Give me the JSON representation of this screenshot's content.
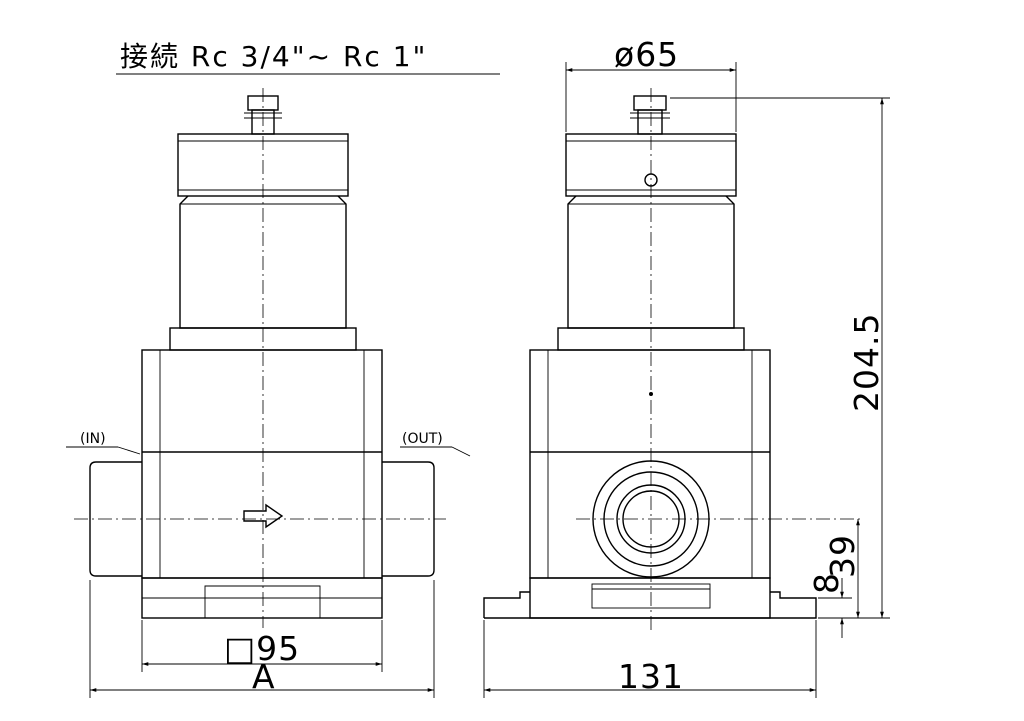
{
  "title": "接続 Rc 3/4\"~ Rc 1\"",
  "labels": {
    "inlet": "(IN)",
    "outlet": "(OUT)"
  },
  "dimensions": {
    "diameter": "ø65",
    "height": "204.5",
    "square": "□95",
    "width_a": "A",
    "base_width": "131",
    "port_height": "39",
    "base_thickness": "8"
  }
}
